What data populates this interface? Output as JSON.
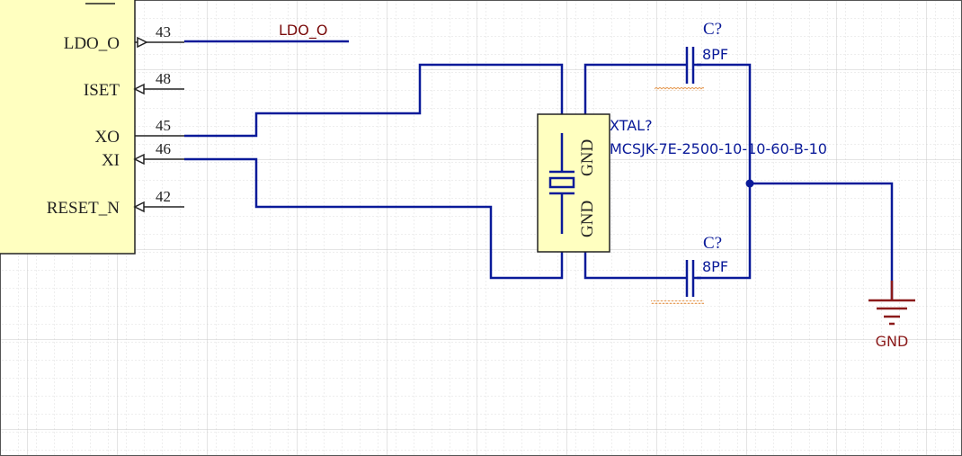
{
  "colors": {
    "background": "#ffffff",
    "grid_minor": "#dcdcdc",
    "grid_major": "#c9c9c9",
    "border": "#555555",
    "component_fill": "#ffffc0",
    "component_stroke": "#222222",
    "wire": "#0a1a99",
    "pin": "#222222",
    "designator": "#0a1a99",
    "net_label": "#7a0b0b",
    "power_port": "#8b1a1a",
    "unannotated_squiggle": "#e69b55"
  },
  "ic": {
    "pins": [
      {
        "number": "43",
        "name": "LDO_O"
      },
      {
        "number": "48",
        "name": "ISET"
      },
      {
        "number": "45",
        "name": "XO"
      },
      {
        "number": "46",
        "name": "XI"
      },
      {
        "number": "42",
        "name": "RESET_N"
      }
    ]
  },
  "net_labels": {
    "ldo": "LDO_O"
  },
  "crystal": {
    "designator": "XTAL?",
    "value": "MCSJK-7E-2500-10-10-60-B-10",
    "pin_labels": [
      "GND",
      "GND"
    ]
  },
  "capacitors": [
    {
      "designator": "C?",
      "value": "8PF"
    },
    {
      "designator": "C?",
      "value": "8PF"
    }
  ],
  "power_port": {
    "label": "GND",
    "icon": "ground-symbol-icon"
  }
}
